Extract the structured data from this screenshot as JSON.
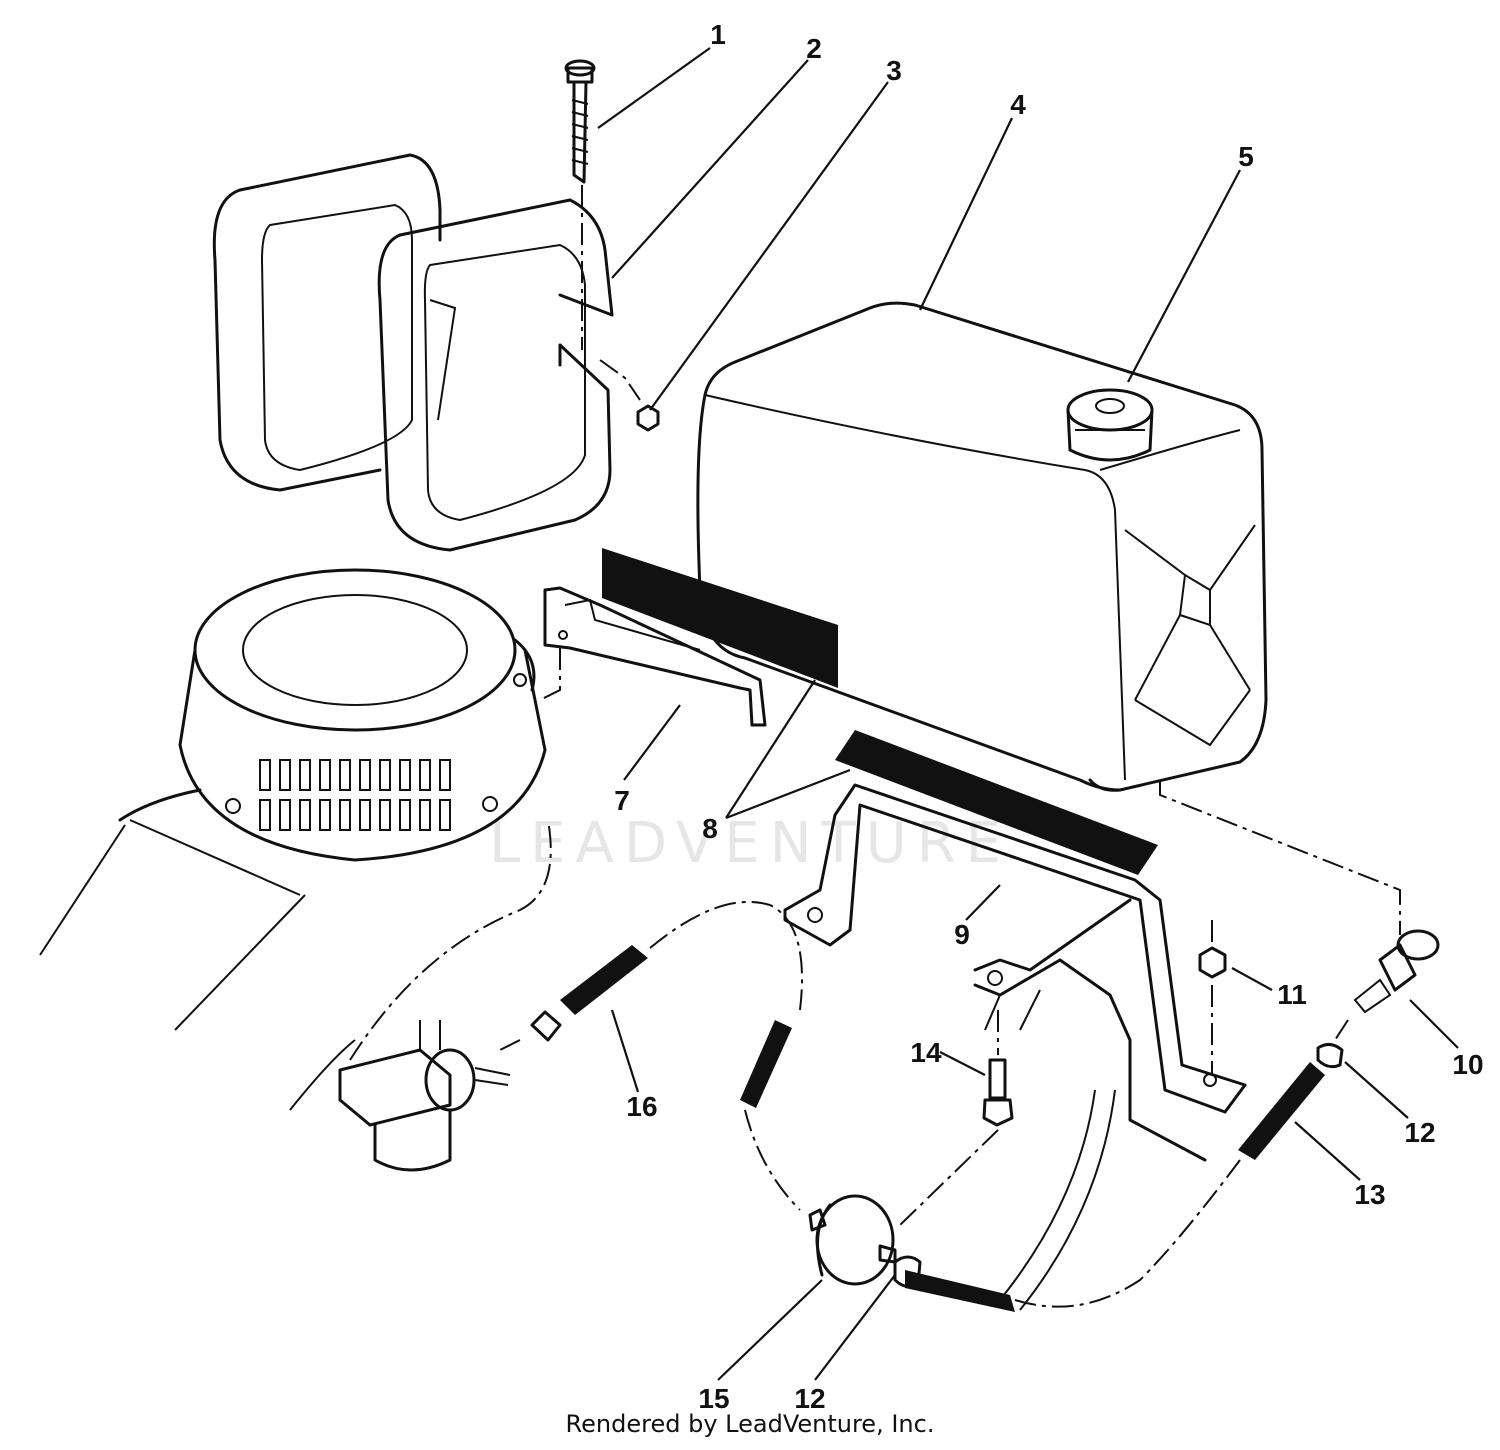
{
  "watermark": "LEADVENTURE",
  "credit": "Rendered by LeadVenture, Inc.",
  "callouts": {
    "c1": "1",
    "c2": "2",
    "c3": "3",
    "c4": "4",
    "c5": "5",
    "c7": "7",
    "c8": "8",
    "c9": "9",
    "c10": "10",
    "c11": "11",
    "c12a": "12",
    "c12b": "12",
    "c13": "13",
    "c14": "14",
    "c15": "15",
    "c16": "16"
  }
}
